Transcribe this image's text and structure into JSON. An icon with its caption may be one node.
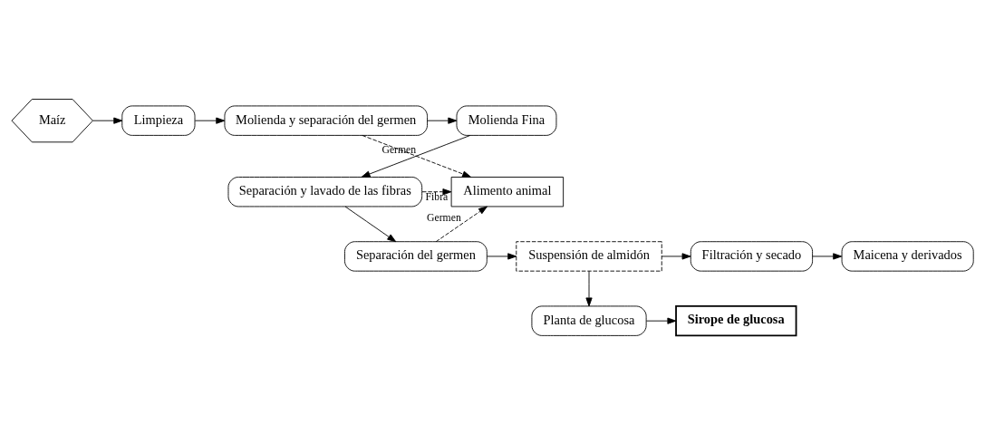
{
  "diagram": {
    "nodes": [
      {
        "text": [
          "Maíz"
        ]
      },
      {
        "text": [
          "Limpieza"
        ]
      },
      {
        "text": [
          "Molienda y separación del germen"
        ]
      },
      {
        "text": [
          "Molienda Fina"
        ]
      },
      {
        "text": [
          "Alimento animal"
        ]
      },
      {
        "text": [
          "Separación y lavado de las fibras"
        ]
      },
      {
        "text": [
          "Maicena y derivados"
        ]
      },
      {
        "text": [
          "Filtración y secado"
        ]
      },
      {
        "text": [
          "Suspensión de almidón"
        ]
      },
      {
        "text": [
          "Separación del germen"
        ]
      },
      {
        "text": [
          "Sirope de glucosa"
        ]
      },
      {
        "text": [
          "Planta de glucosa"
        ]
      }
    ],
    "edges": [
      {
        "from": 0,
        "to": 1,
        "arrow": "to"
      },
      {
        "from": 1,
        "to": 2,
        "arrow": "to"
      },
      {
        "from": 2,
        "to": 3,
        "arrow": "to"
      },
      {
        "from": 3,
        "to": 5,
        "arrow": "to"
      },
      {
        "from": 2,
        "to": 4,
        "arrow": "to",
        "label": "Germen",
        "style": "dashed"
      },
      {
        "from": 5,
        "to": 4,
        "arrow": "to",
        "label": "Fibra",
        "style": "dashed"
      },
      {
        "from": 9,
        "to": 4,
        "arrow": "to",
        "label": "Germen",
        "style": "dashed"
      },
      {
        "from": 5,
        "to": 9,
        "arrow": "to"
      },
      {
        "from": 9,
        "to": 8,
        "arrow": "to"
      },
      {
        "from": 8,
        "to": 7,
        "arrow": "to"
      },
      {
        "from": 7,
        "to": 6,
        "arrow": "to"
      },
      {
        "from": 8,
        "to": 11,
        "arrow": "to"
      },
      {
        "from": 11,
        "to": 10,
        "arrow": "to"
      }
    ]
  }
}
